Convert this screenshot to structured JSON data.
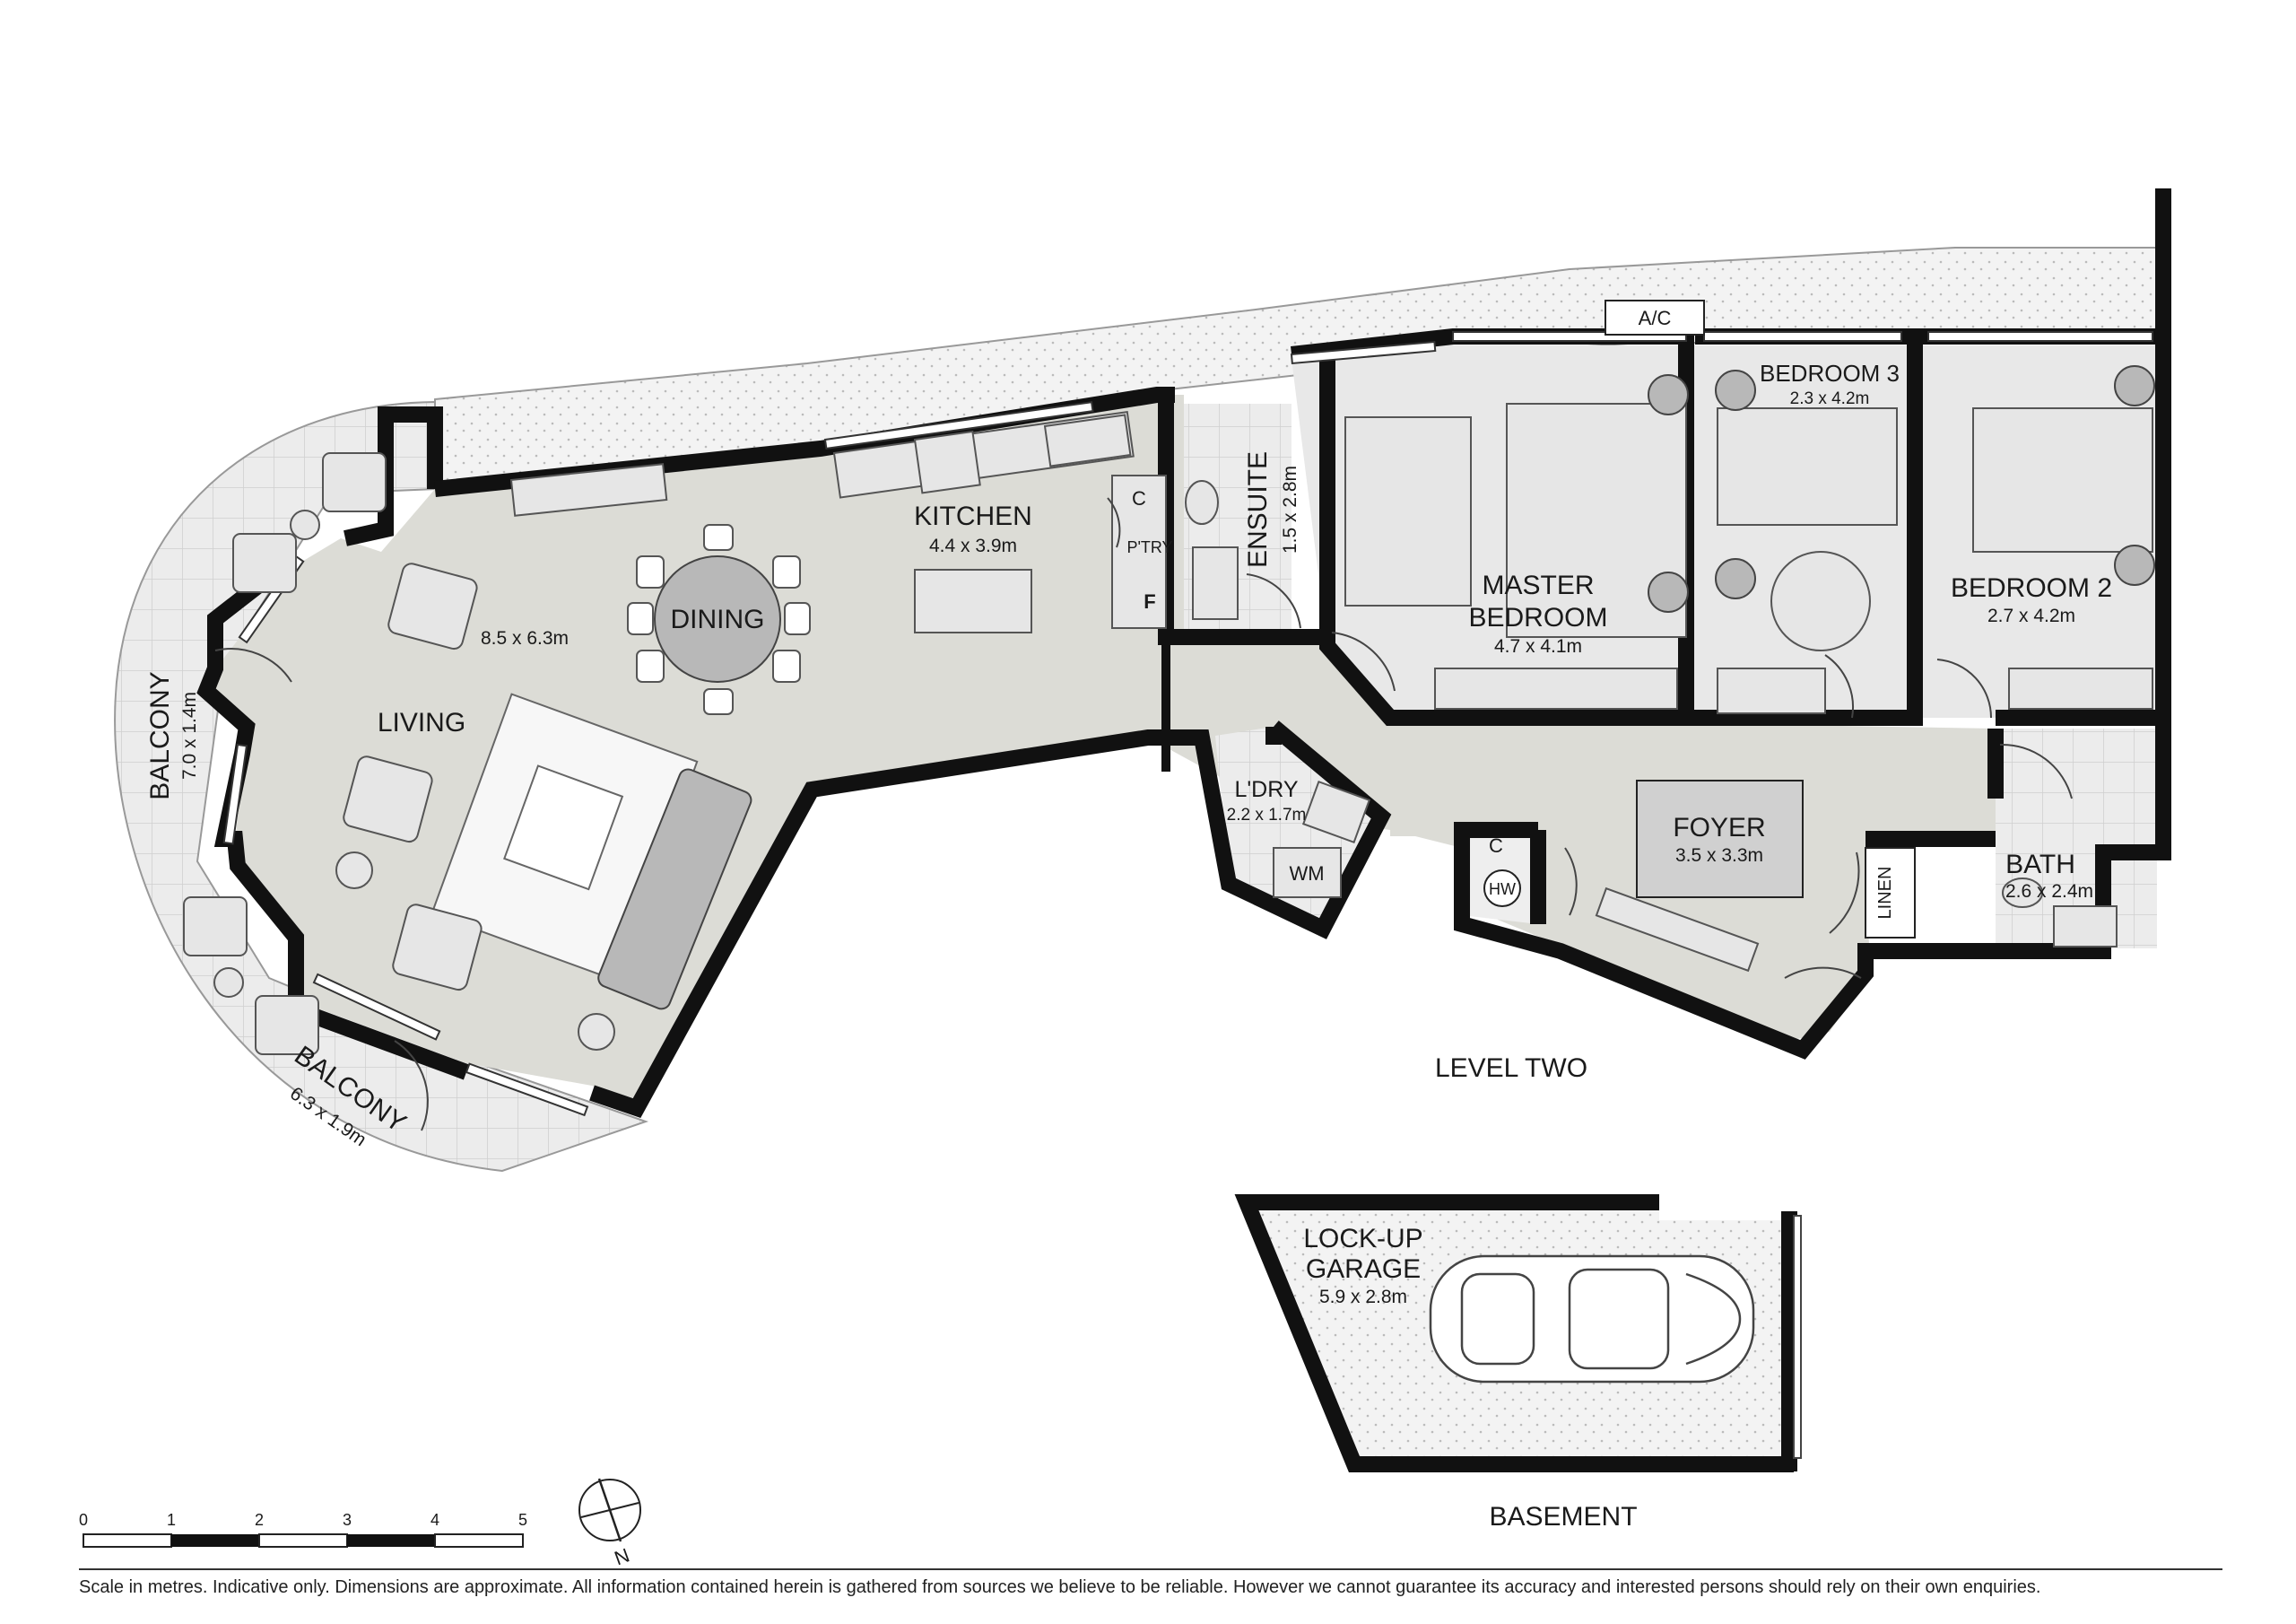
{
  "rooms": {
    "kitchen": {
      "name": "KITCHEN",
      "dim": "4.4 x 3.9m"
    },
    "dining": {
      "name": "DINING"
    },
    "living": {
      "name": "LIVING",
      "dim": "8.5 x 6.3m"
    },
    "ensuite": {
      "name": "ENSUITE",
      "dim": "1.5 x 2.8m"
    },
    "master": {
      "name1": "MASTER",
      "name2": "BEDROOM",
      "dim": "4.7 x 4.1m"
    },
    "bedroom3": {
      "name": "BEDROOM 3",
      "dim": "2.3 x 4.2m"
    },
    "bedroom2": {
      "name": "BEDROOM 2",
      "dim": "2.7 x 4.2m"
    },
    "laundry": {
      "name": "L'DRY",
      "dim": "2.2 x 1.7m"
    },
    "foyer": {
      "name": "FOYER",
      "dim": "3.5 x 3.3m"
    },
    "bath": {
      "name": "BATH",
      "dim": "2.6 x 2.4m"
    },
    "balcony1": {
      "name": "BALCONY",
      "dim": "7.0 x 1.4m"
    },
    "balcony2": {
      "name": "BALCONY",
      "dim": "6.3 x 1.9m"
    },
    "garage": {
      "name1": "LOCK-UP",
      "name2": "GARAGE",
      "dim": "5.9 x 2.8m"
    }
  },
  "fixtures": {
    "ac": "A/C",
    "cupboard": "C",
    "pantry": "P'TRY",
    "fridge": "F",
    "washer": "WM",
    "hot_water": "HW",
    "linen": "LINEN"
  },
  "levels": {
    "level_two": "LEVEL TWO",
    "basement": "BASEMENT"
  },
  "scale": {
    "ticks": [
      "0",
      "1",
      "2",
      "3",
      "4",
      "5"
    ]
  },
  "compass": {
    "north": "N"
  },
  "footer": {
    "disclaimer": "Scale in metres. Indicative only. Dimensions are approximate. All information contained herein is gathered from sources we believe to be reliable. However we cannot guarantee its accuracy and interested persons should rely on their own enquiries."
  }
}
